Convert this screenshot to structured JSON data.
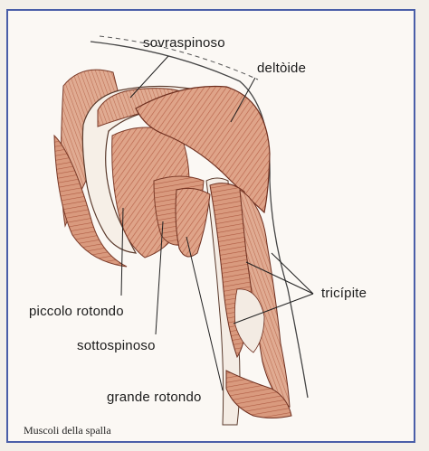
{
  "labels": {
    "sovraspinoso": "sovraspinoso",
    "deltoide": "deltòide",
    "tricipite": "tricípite",
    "piccolo_rotondo": "piccolo rotondo",
    "sottospinoso": "sottospinoso",
    "grande_rotondo": "grande rotondo"
  },
  "caption": "Muscoli della spalla",
  "colors": {
    "frame": "#4a5ea8",
    "muscle": "#d99a7e",
    "muscle_dark": "#b45f45",
    "bone": "#f4ece4"
  }
}
